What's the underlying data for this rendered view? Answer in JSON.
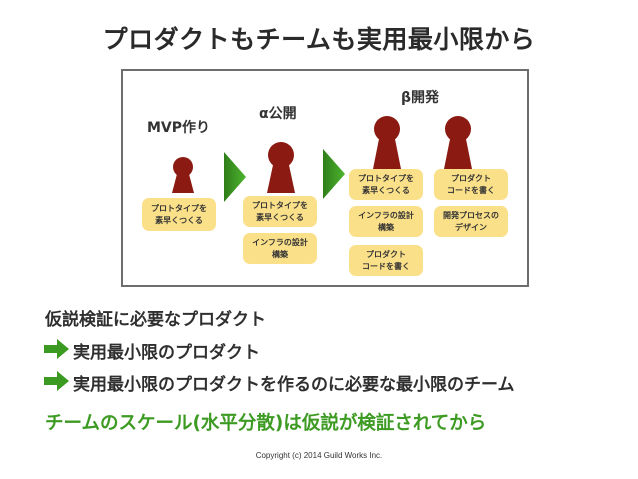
{
  "title": "プロダクトもチームも実用最小限から",
  "diagram": {
    "stages": [
      {
        "label": "MVP作り"
      },
      {
        "label": "α公開"
      },
      {
        "label": "β開発"
      }
    ],
    "cards": {
      "mvp_1": "プロトタイプを\n素早くつくる",
      "alpha_1": "プロトタイプを\n素早くつくる",
      "alpha_2": "インフラの設計\n構築",
      "beta_1": "プロトタイプを\n素早くつくる",
      "beta_2": "インフラの設計\n構築",
      "beta_3": "プロダクト\nコードを書く",
      "beta_4": "プロダクト\nコードを書く",
      "beta_5": "開発プロセスの\nデザイン"
    },
    "colors": {
      "pawn": "#8b1a12",
      "card": "#fbe08a",
      "arrow": "#3a9a22",
      "frame": "#6d6d6d"
    }
  },
  "lines": {
    "line1": "仮説検証に必要なプロダクト",
    "line2": "実用最小限のプロダクト",
    "line3": "実用最小限のプロダクトを作るのに必要な最小限のチーム",
    "line4": "チームのスケール(水平分散)は仮説が検証されてから"
  },
  "copyright": "Copyright (c) 2014 Guild Works Inc."
}
